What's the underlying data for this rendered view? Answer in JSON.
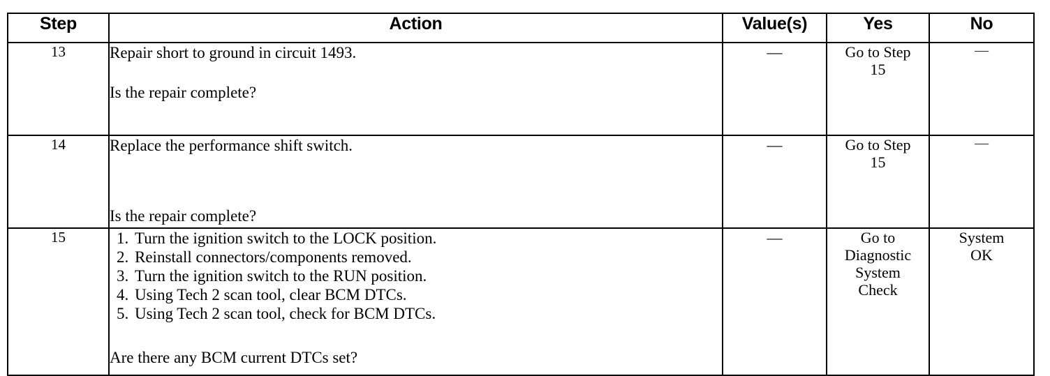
{
  "table": {
    "columns": [
      {
        "key": "step",
        "label": "Step"
      },
      {
        "key": "action",
        "label": "Action"
      },
      {
        "key": "value",
        "label": "Value(s)"
      },
      {
        "key": "yes",
        "label": "Yes"
      },
      {
        "key": "no",
        "label": "No"
      }
    ],
    "rows": [
      {
        "step": "13",
        "action": {
          "instruction": "Repair short to ground in circuit 1493.",
          "question": "Is the repair complete?"
        },
        "value": "—",
        "yes": [
          "Go to Step",
          "15"
        ],
        "no": [
          "—"
        ]
      },
      {
        "step": "14",
        "action": {
          "instruction": "Replace the performance shift switch.",
          "question": "Is the repair complete?"
        },
        "value": "—",
        "yes": [
          "Go to Step",
          "15"
        ],
        "no": [
          "—"
        ]
      },
      {
        "step": "15",
        "action": {
          "items": [
            {
              "num": "1.",
              "text": "Turn the ignition switch to the LOCK position."
            },
            {
              "num": "2.",
              "text": "Reinstall connectors/components removed."
            },
            {
              "num": "3.",
              "text": "Turn the ignition switch to the RUN position."
            },
            {
              "num": "4.",
              "text": "Using Tech 2 scan tool, clear BCM DTCs."
            },
            {
              "num": "5.",
              "text": "Using Tech 2 scan tool, check for BCM DTCs."
            }
          ],
          "question": "Are there any BCM current DTCs set?"
        },
        "value": "—",
        "yes": [
          "Go to",
          "Diagnostic",
          "System",
          "Check"
        ],
        "no": [
          "System",
          "OK"
        ]
      }
    ]
  },
  "colors": {
    "ink": "#000000",
    "paper": "#ffffff"
  }
}
